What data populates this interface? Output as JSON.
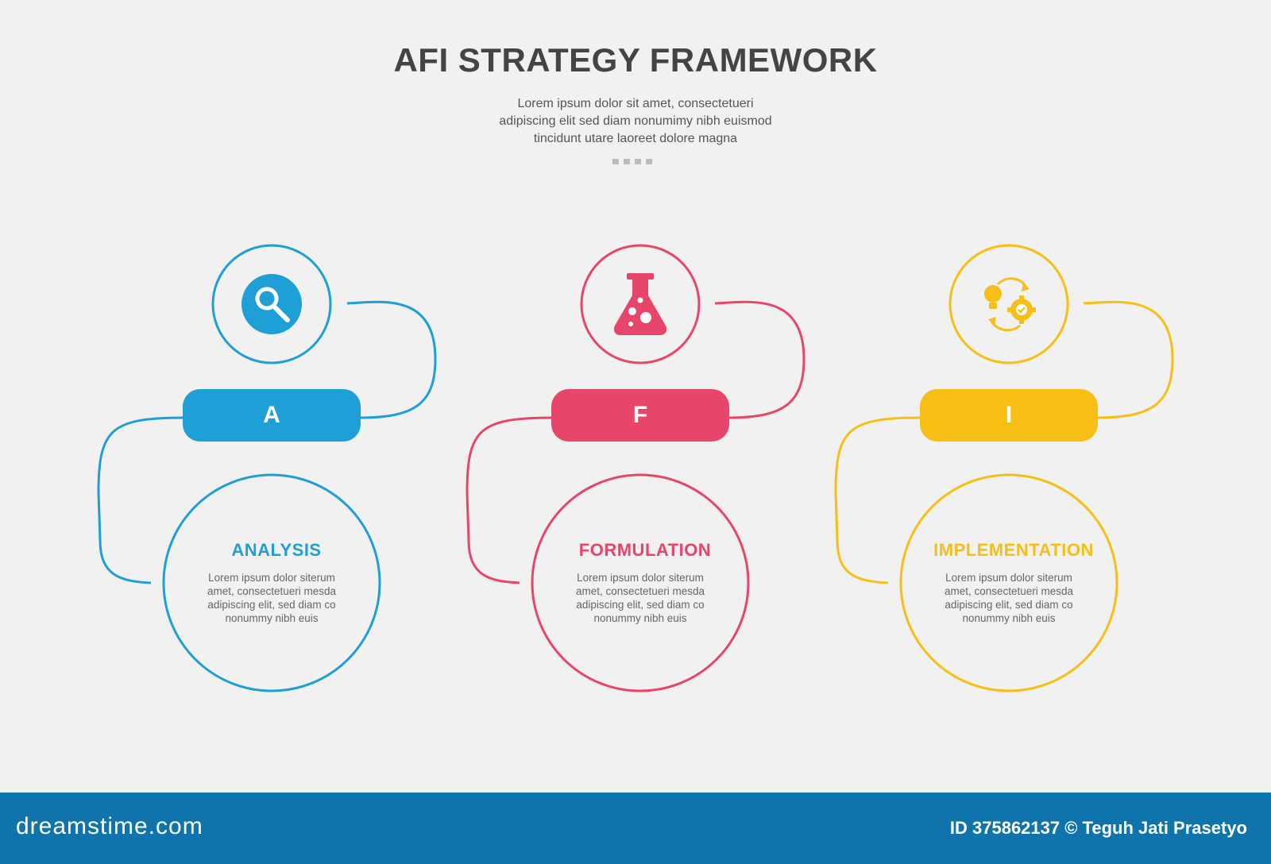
{
  "header": {
    "title": "AFI STRATEGY FRAMEWORK",
    "subtitle_lines": [
      "Lorem ipsum dolor sit amet, consectetueri",
      "adipiscing elit sed diam nonumimy nibh euismod",
      "tincidunt utare laoreet dolore magna"
    ]
  },
  "steps": [
    {
      "letter": "A",
      "title": "ANALYSIS",
      "color": "#1e9fd6",
      "icon": "magnifier-icon",
      "desc": [
        "Lorem ipsum dolor siterum",
        "amet, consectetueri mesda",
        "adipiscing elit, sed diam co",
        "nonummy nibh euis"
      ]
    },
    {
      "letter": "F",
      "title": "FORMULATION",
      "color": "#e8456a",
      "icon": "flask-icon",
      "desc": [
        "Lorem ipsum dolor siterum",
        "amet, consectetueri mesda",
        "adipiscing elit, sed diam co",
        "nonummy nibh euis"
      ]
    },
    {
      "letter": "I",
      "title": "IMPLEMENTATION",
      "color": "#f7be16",
      "icon": "idea-gear-cycle-icon",
      "desc": [
        "Lorem ipsum dolor siterum",
        "amet, consectetueri mesda",
        "adipiscing elit, sed diam co",
        "nonummy nibh euis"
      ]
    }
  ],
  "footer": {
    "brand": "dreamstime.com",
    "credit": "ID 375862137 © Teguh Jati Prasetyo",
    "color": "#0f74ab"
  }
}
